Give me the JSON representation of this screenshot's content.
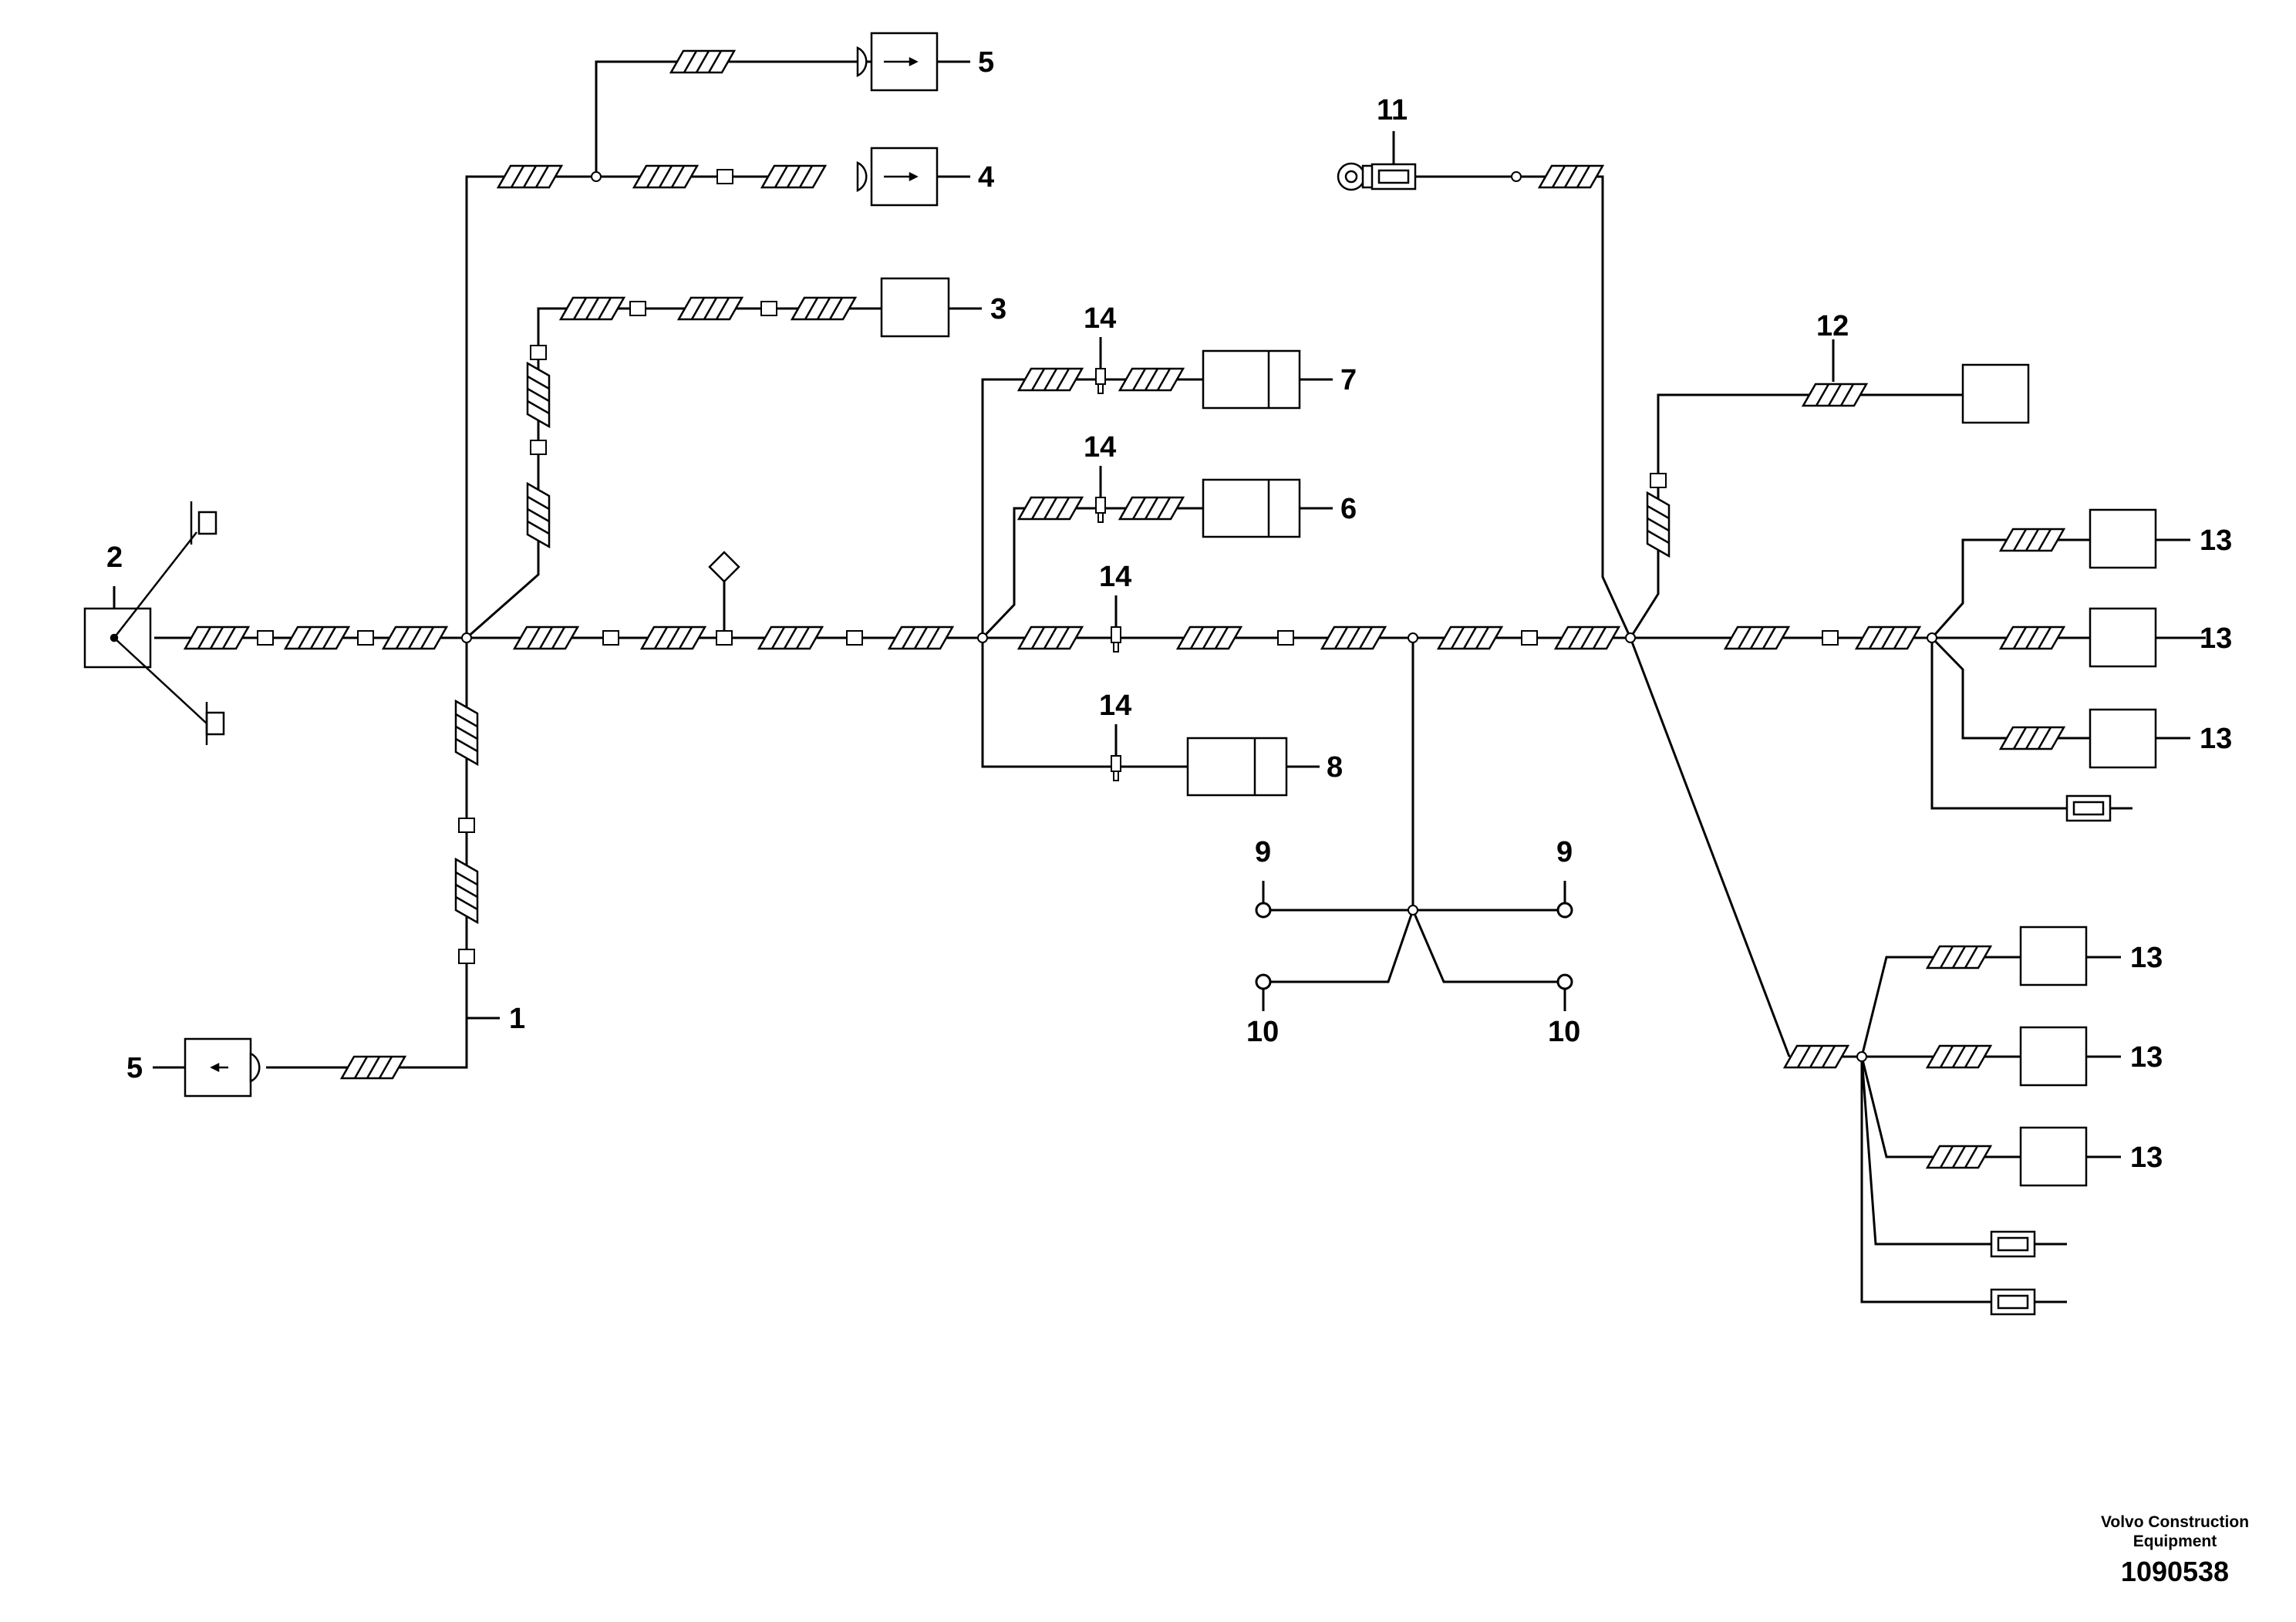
{
  "callouts": {
    "c1": "1",
    "c2": "2",
    "c3": "3",
    "c4": "4",
    "c5_top": "5",
    "c5_bottom": "5",
    "c6": "6",
    "c7": "7",
    "c8": "8",
    "c9_left": "9",
    "c9_right": "9",
    "c10_left": "10",
    "c10_right": "10",
    "c11": "11",
    "c12": "12",
    "c13_a": "13",
    "c13_b": "13",
    "c13_c": "13",
    "c13_d": "13",
    "c13_e": "13",
    "c13_f": "13",
    "c14_a": "14",
    "c14_b": "14",
    "c14_c": "14",
    "c14_d": "14"
  },
  "footer": {
    "company_line1": "Volvo Construction",
    "company_line2": "Equipment",
    "drawing_number": "1090538"
  }
}
